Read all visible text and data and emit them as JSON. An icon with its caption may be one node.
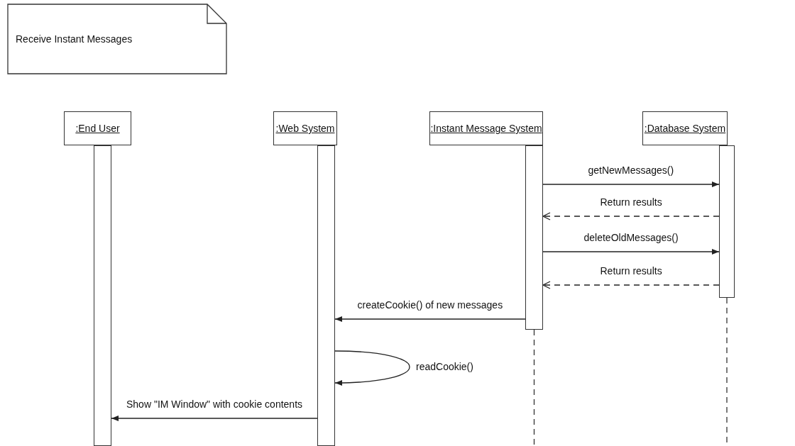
{
  "diagram": {
    "nodes": [
      {
        "text": [
          "Receive Instant Messages"
        ]
      },
      {
        "text": [
          ":End User"
        ]
      },
      {
        "text": [
          ":Web System"
        ]
      },
      {
        "text": [
          ":Instant Message System"
        ]
      },
      {
        "text": [
          ":Database System"
        ]
      },
      {
        "text": [],
        "shape": "bar"
      },
      {
        "text": [],
        "shape": "bar"
      },
      {
        "text": [],
        "shape": "bar"
      },
      {
        "text": [],
        "shape": "bar"
      }
    ],
    "edges": [
      {
        "from": 7,
        "to": 8,
        "arrow": "to",
        "label": "getNewMessages()"
      },
      {
        "from": 8,
        "to": 7,
        "arrow": "to",
        "label": "Return results",
        "style": "dashed"
      },
      {
        "from": 7,
        "to": 8,
        "arrow": "to",
        "label": "deleteOldMessages()"
      },
      {
        "from": 8,
        "to": 7,
        "arrow": "to",
        "label": "Return results",
        "style": "dashed"
      },
      {
        "from": 7,
        "to": 6,
        "arrow": "to",
        "label": "createCookie() of new messages"
      },
      {
        "from": 6,
        "to": 6,
        "arrow": "to",
        "label": "readCookie()"
      },
      {
        "from": 6,
        "to": 5,
        "arrow": "to",
        "label": "Show \"IM Window\" with cookie contents"
      }
    ]
  }
}
